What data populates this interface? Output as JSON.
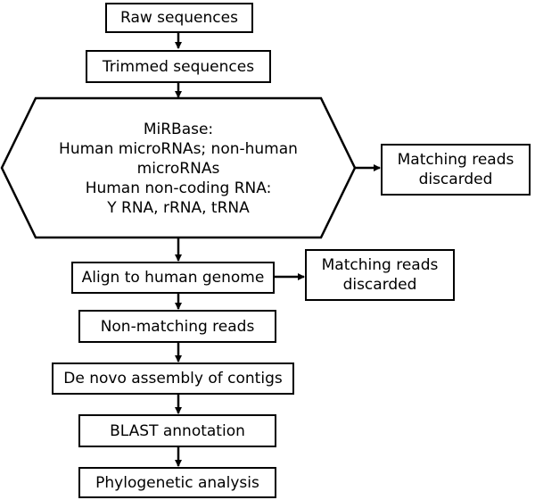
{
  "flowchart": {
    "raw_sequences": "Raw sequences",
    "trimmed_sequences": "Trimmed sequences",
    "filter_step": {
      "line1": "MiRBase:",
      "line2": "Human microRNAs; non-human",
      "line3": "microRNAs",
      "line4": "Human non-coding RNA:",
      "line5": "Y RNA, rRNA, tRNA"
    },
    "discard_1": {
      "line1": "Matching reads",
      "line2": "discarded"
    },
    "align_human_genome": "Align to human genome",
    "discard_2": {
      "line1": "Matching reads",
      "line2": "discarded"
    },
    "non_matching_reads": "Non-matching reads",
    "de_novo_assembly": "De novo assembly of contigs",
    "blast_annotation": "BLAST annotation",
    "phylogenetic_analysis": "Phylogenetic analysis"
  }
}
